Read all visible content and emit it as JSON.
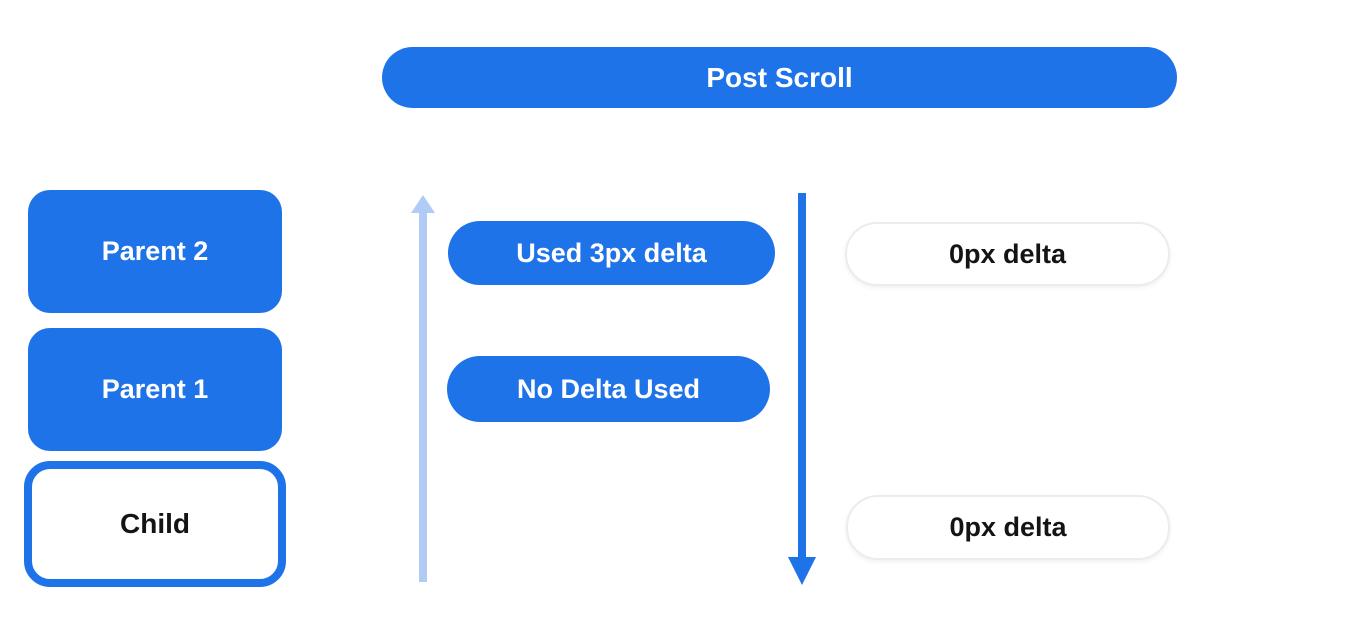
{
  "diagram": {
    "title": "Post Scroll",
    "colors": {
      "blue": "#1f73e8",
      "light_blue": "#b0ccf4",
      "white_pill_border": "#ececec",
      "text_dark": "#141414",
      "text_light": "#ffffff"
    },
    "left_column": {
      "boxes": [
        {
          "label": "Parent 2",
          "variant": "blue-filled"
        },
        {
          "label": "Parent 1",
          "variant": "blue-filled"
        },
        {
          "label": "Child",
          "variant": "white-outlined"
        }
      ]
    },
    "middle_column": {
      "pills": [
        {
          "label": "Used 3px delta",
          "row": "parent-2"
        },
        {
          "label": "No Delta Used",
          "row": "parent-1"
        }
      ]
    },
    "right_column": {
      "pills": [
        {
          "label": "0px delta",
          "row": "parent-2"
        },
        {
          "label": "0px delta",
          "row": "child"
        }
      ]
    },
    "arrows": [
      {
        "name": "scroll-up-arrow",
        "direction": "up",
        "color": "#b0ccf4"
      },
      {
        "name": "scroll-down-arrow",
        "direction": "down",
        "color": "#1f73e8"
      }
    ]
  }
}
